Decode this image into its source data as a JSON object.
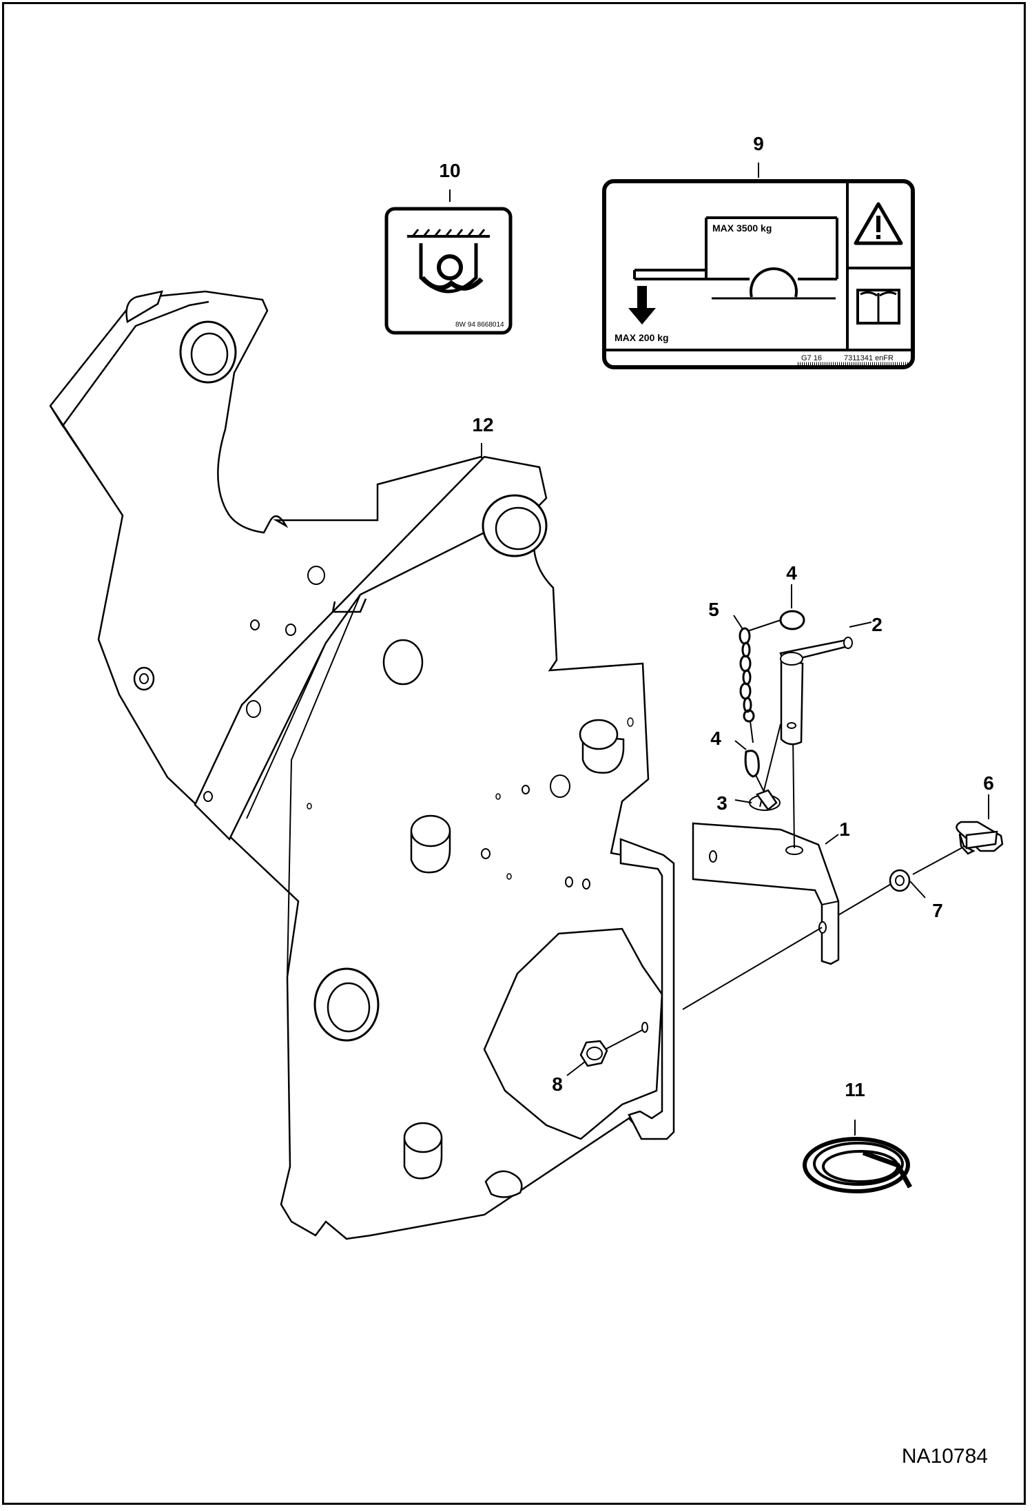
{
  "callouts": {
    "c1": "1",
    "c2": "2",
    "c3": "3",
    "c4a": "4",
    "c4b": "4",
    "c5": "5",
    "c6": "6",
    "c7": "7",
    "c8": "8",
    "c9": "9",
    "c10": "10",
    "c11": "11",
    "c12": "12"
  },
  "decal9": {
    "max_load": "MAX 3500 kg",
    "max_tongue": "MAX 200 kg",
    "code_left": "G7 16",
    "code_right": "7311341 enFR"
  },
  "decal10": {
    "code": "8W 94 8668014"
  },
  "drawing_id": "NA10784"
}
